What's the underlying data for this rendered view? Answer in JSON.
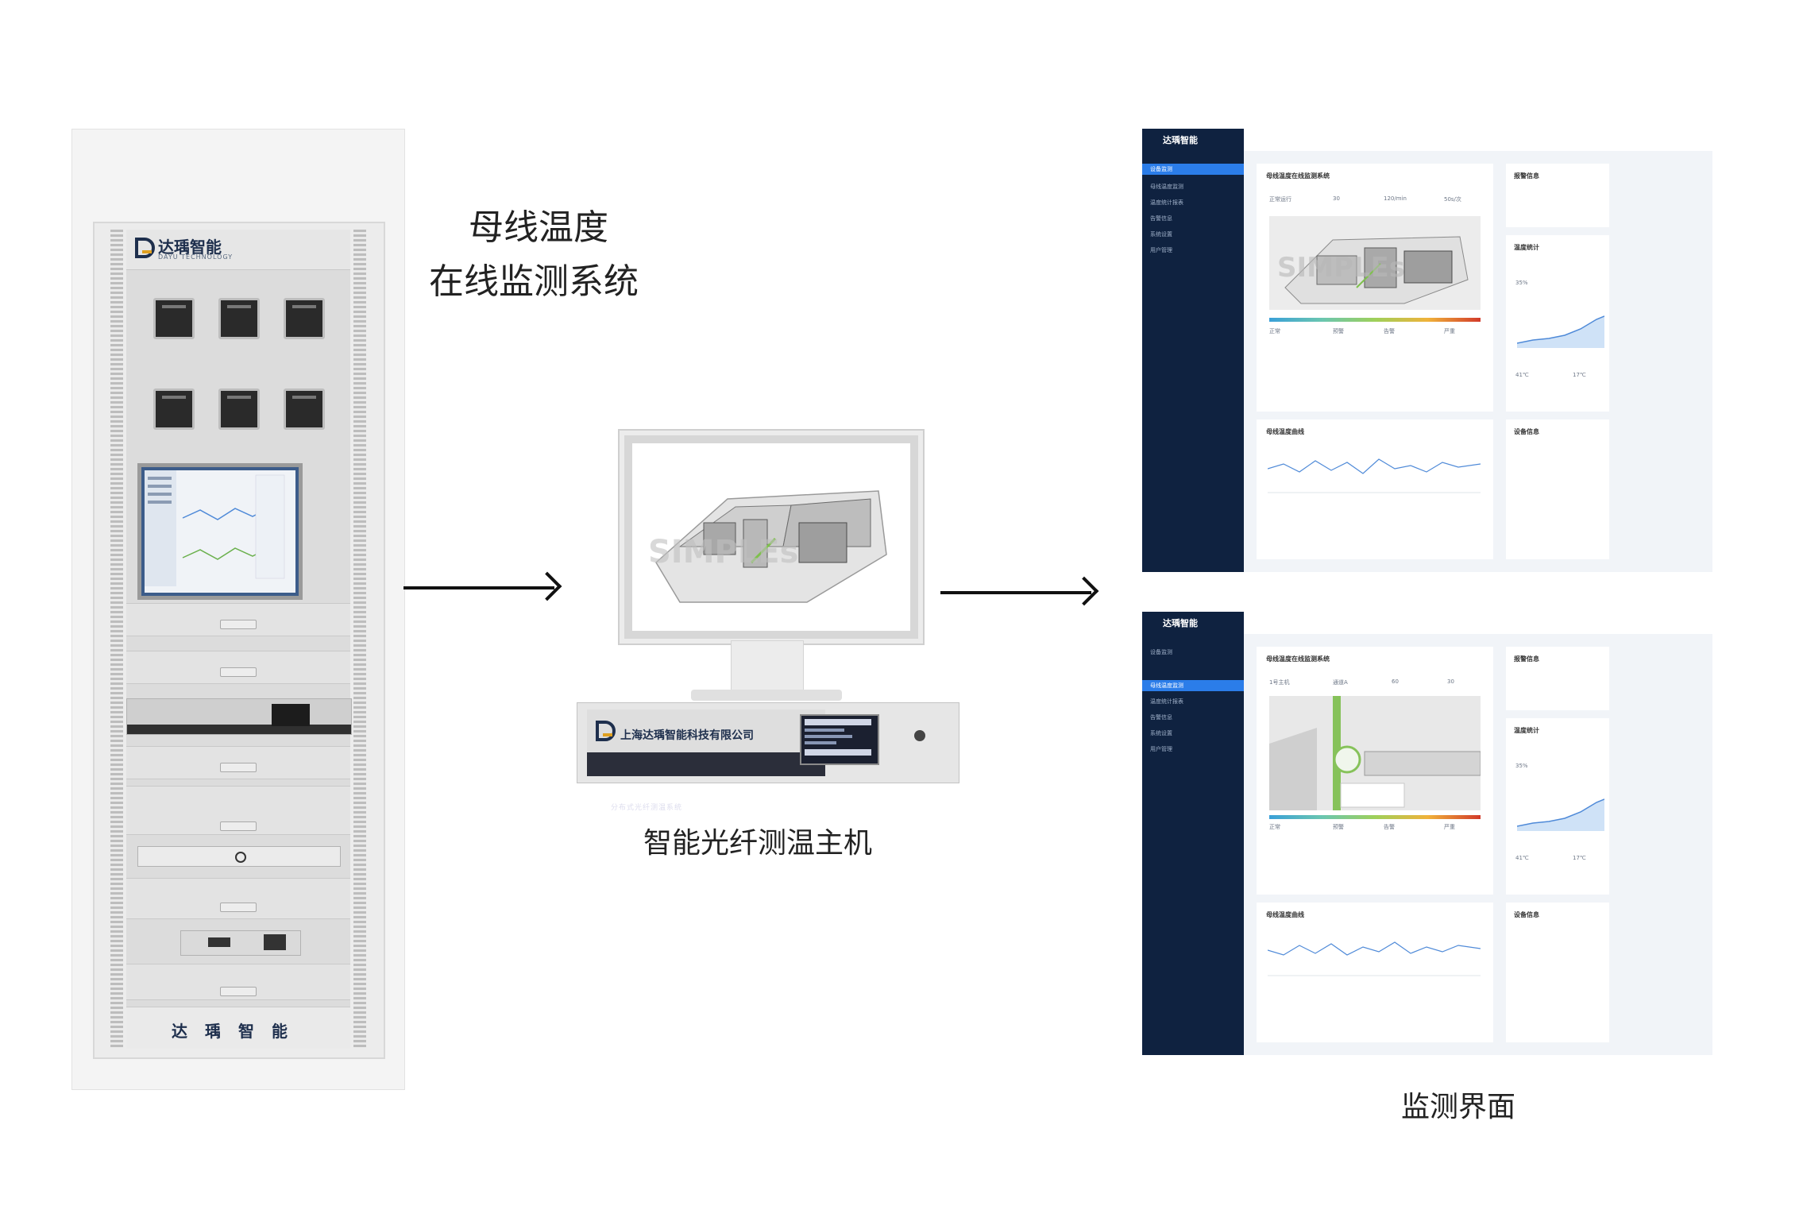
{
  "title": {
    "line1": "母线温度",
    "line2": "在线监测系统"
  },
  "host_label": "智能光纤测温主机",
  "monitor_label": "监测界面",
  "cabinet": {
    "brand": "达瑀智能",
    "brand_sub": "DAYU TECHNOLOGY",
    "footer": "达瑀智能"
  },
  "host": {
    "company": "上海达瑀智能科技有限公司",
    "product": "分布式光纤测温系统"
  },
  "dashboard": {
    "brand": "达瑀智能",
    "watermark": "SIMPLEs",
    "nav": [
      "设备监测",
      "母线温度监测",
      "温度统计报表",
      "告警信息",
      "系统设置",
      "用户管理"
    ],
    "panel_titles": {
      "main": "母线温度在线监测系统",
      "info": "报警信息",
      "stats": "温度统计",
      "trend": "母线温度曲线",
      "summary": "设备信息"
    },
    "values_top": [
      "正常运行",
      "30",
      "120/min",
      "50s/次"
    ],
    "values_bottom": [
      "1号主机",
      "通道A",
      "60",
      "30"
    ],
    "stats_pct": "35%",
    "temp_a": "41℃",
    "temp_b": "17℃",
    "legend": [
      "正常",
      "预警",
      "告警",
      "严重"
    ]
  },
  "colors": {
    "sidebar": "#0f2240",
    "accent": "#2b7de9",
    "chart_line": "#4f8ad8"
  }
}
